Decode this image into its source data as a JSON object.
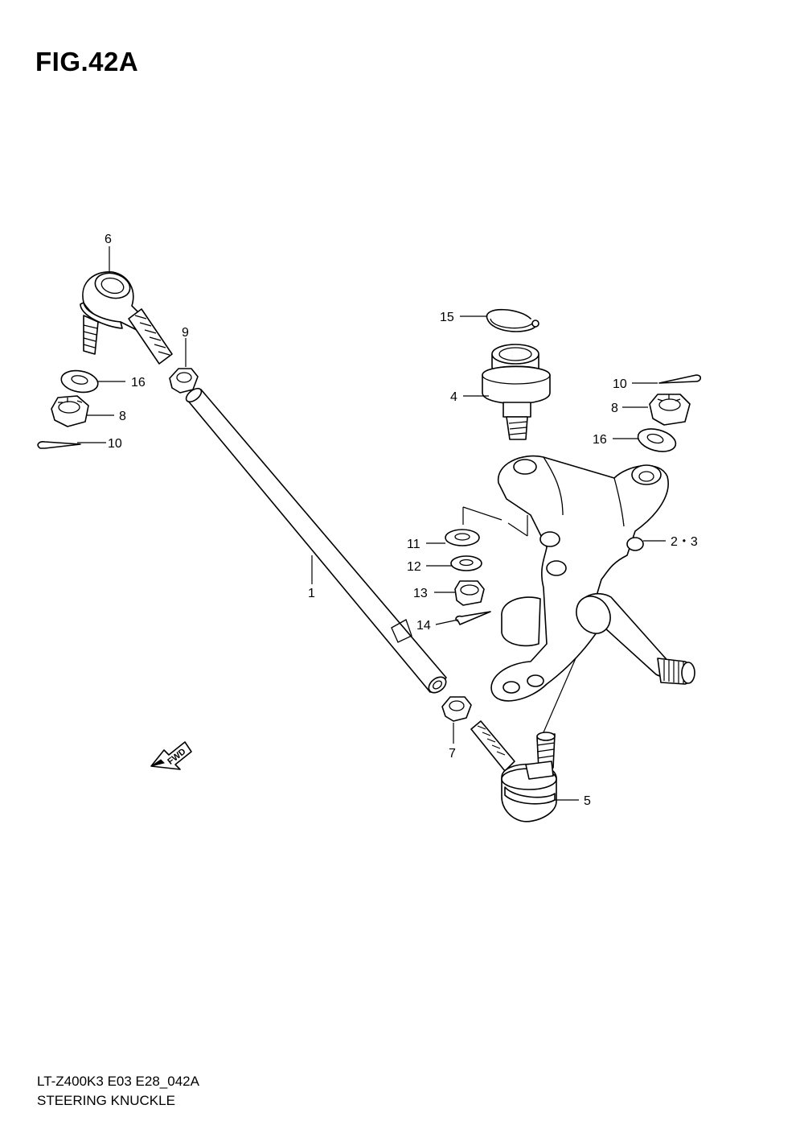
{
  "figure": {
    "title": "FIG.42A",
    "model_code": "LT-Z400K3 E03 E28_042A",
    "name": "STEERING KNUCKLE"
  },
  "fwd_arrow": {
    "label": "FWD"
  },
  "callouts": [
    {
      "id": "c1",
      "label": "1"
    },
    {
      "id": "c6",
      "label": "6"
    },
    {
      "id": "c9",
      "label": "9"
    },
    {
      "id": "c16a",
      "label": "16"
    },
    {
      "id": "c8a",
      "label": "8"
    },
    {
      "id": "c10a",
      "label": "10"
    },
    {
      "id": "c15",
      "label": "15"
    },
    {
      "id": "c4",
      "label": "4"
    },
    {
      "id": "c10b",
      "label": "10"
    },
    {
      "id": "c8b",
      "label": "8"
    },
    {
      "id": "c16b",
      "label": "16"
    },
    {
      "id": "c11",
      "label": "11"
    },
    {
      "id": "c23",
      "label": "2・3"
    },
    {
      "id": "c12",
      "label": "12"
    },
    {
      "id": "c13",
      "label": "13"
    },
    {
      "id": "c14",
      "label": "14"
    },
    {
      "id": "c7",
      "label": "7"
    },
    {
      "id": "c5",
      "label": "5"
    }
  ]
}
